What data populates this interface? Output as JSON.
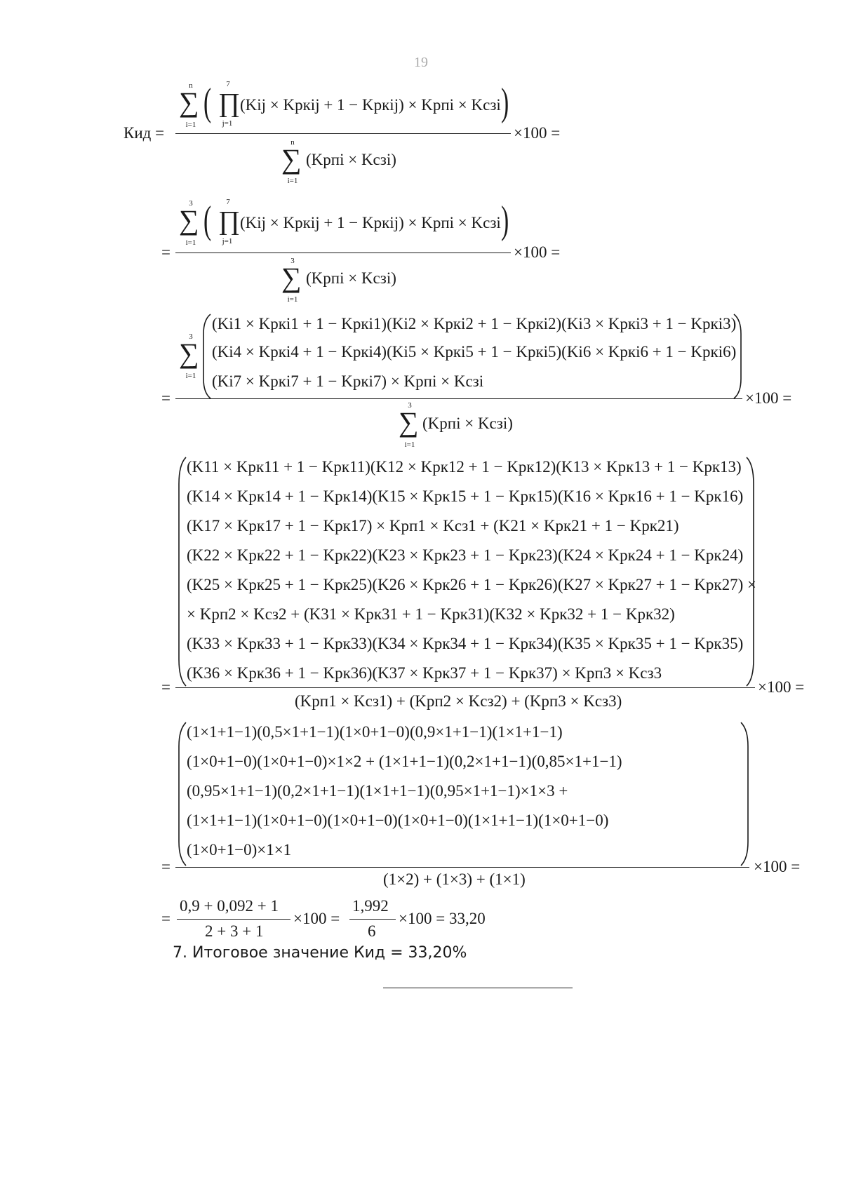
{
  "page_number": "19",
  "lhs": "Кид =",
  "f1": {
    "num": {
      "sum_top": "n",
      "sum_bot": "i=1",
      "prod_top": "7",
      "prod_bot": "j=1",
      "inner": "(Kij × Kpкij + 1 − Kpкij) × Kpпi × Kcзi"
    },
    "den": {
      "sum_top": "n",
      "sum_bot": "i=1",
      "body": "(Kpпi × Kcзi)"
    },
    "tail": "×100 ="
  },
  "f2": {
    "lead": "=",
    "num": {
      "sum_top": "3",
      "sum_bot": "i=1",
      "prod_top": "7",
      "prod_bot": "j=1",
      "inner": "(Kij × Kpкij + 1 − Kpкij) × Kpпi × Kcзi"
    },
    "den": {
      "sum_top": "3",
      "sum_bot": "i=1",
      "body": "(Kpпi × Kcзi)"
    },
    "tail": "×100 ="
  },
  "f3": {
    "lead": "=",
    "sum_top": "3",
    "sum_bot": "i=1",
    "lines": [
      "(Ki1 × Kpкi1 + 1 − Kpкi1)(Ki2 × Kpкi2 + 1 − Kpкi2)(Ki3 × Kpкi3 + 1 − Kpкi3)",
      "(Ki4 × Kpкi4 + 1 − Kpкi4)(Ki5 × Kpкi5 + 1 − Kpкi5)(Ki6 × Kpкi6 + 1 − Kpкi6)",
      "(Ki7 × Kpкi7 + 1 − Kpкi7) × Kpпi × Kcзi"
    ],
    "den": {
      "sum_top": "3",
      "sum_bot": "i=1",
      "body": "(Kpпi × Kcзi)"
    },
    "tail": "×100 ="
  },
  "f4": {
    "lead": "=",
    "lines": [
      "(K11 × Kpк11 + 1 − Kpк11)(K12 × Kpк12 + 1 − Kpк12)(K13 × Kpк13 + 1 − Kpк13)",
      "(K14 × Kpк14 + 1 − Kpк14)(K15 × Kpк15 + 1 − Kpк15)(K16 × Kpк16 + 1 − Kpк16)",
      "(K17 × Kpк17 + 1 − Kpк17) × Kpп1 × Kcз1 + (K21 × Kpк21 + 1 − Kpк21)",
      "(K22 × Kpк22 + 1 − Kpк22)(K23 × Kpк23 + 1 − Kpк23)(K24 × Kpк24 + 1 − Kpк24)",
      "(K25 × Kpк25 + 1 − Kpк25)(K26 × Kpк26 + 1 − Kpк26)(K27 × Kpк27 + 1 − Kpк27) ×",
      "× Kpп2 × Kcз2 + (K31 × Kpк31 + 1 − Kpк31)(K32 × Kpк32 + 1 − Kpк32)",
      "(K33 × Kpк33 + 1 − Kpк33)(K34 × Kpк34 + 1 − Kpк34)(K35 × Kpк35 + 1 − Kpк35)",
      "(K36 × Kpк36 + 1 − Kpк36)(K37 × Kpк37 + 1 − Kpк37) × Kpп3 × Kcз3"
    ],
    "den": "(Kpп1 × Kcз1) + (Kpп2 × Kcз2) + (Kpп3 × Kcз3)",
    "tail": "×100 ="
  },
  "f5": {
    "lead": "=",
    "lines": [
      "(1×1+1−1)(0,5×1+1−1)(1×0+1−0)(0,9×1+1−1)(1×1+1−1)",
      "(1×0+1−0)(1×0+1−0)×1×2 + (1×1+1−1)(0,2×1+1−1)(0,85×1+1−1)",
      "(0,95×1+1−1)(0,2×1+1−1)(1×1+1−1)(0,95×1+1−1)×1×3 +",
      "(1×1+1−1)(1×0+1−0)(1×0+1−0)(1×0+1−0)(1×1+1−1)(1×0+1−0)",
      "(1×0+1−0)×1×1"
    ],
    "den": "(1×2) + (1×3) + (1×1)",
    "tail": "×100 ="
  },
  "f6": {
    "lead": "=",
    "num1": "0,9 + 0,092 + 1",
    "den1": "2 + 3 + 1",
    "mid": "×100 =",
    "num2": "1,992",
    "den2": "6",
    "tail": "×100 = 33,20"
  },
  "result": "7. Итоговое значение Кид = 33,20%"
}
